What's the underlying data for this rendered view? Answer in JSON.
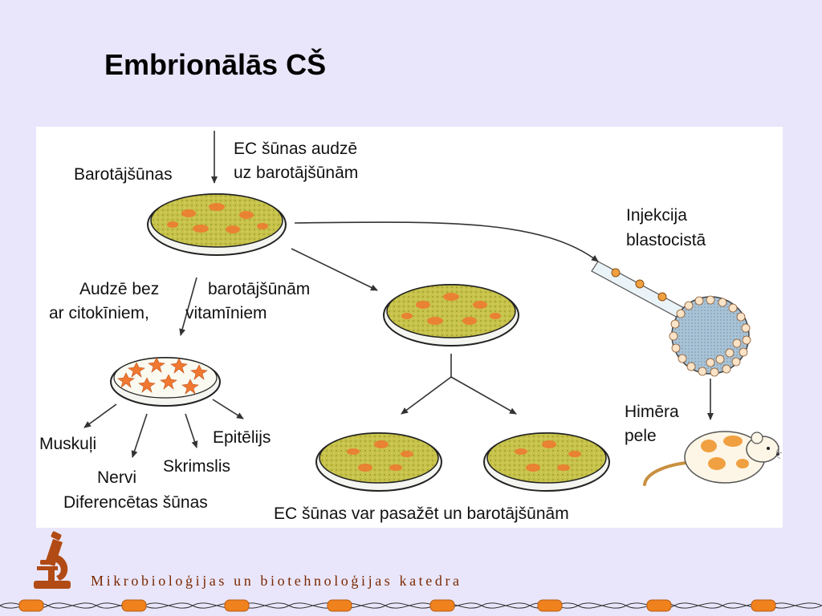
{
  "title": "Embrionālās CŠ",
  "footer": "Mikrobioloģijas un biotehnoloģijas katedra",
  "colors": {
    "background": "#e9e6fb",
    "dish_fill": "#c6c24a",
    "cell_orange": "#f07830",
    "footer_text": "#7a2800",
    "logo": "#b14a14",
    "bead": "#f0821e"
  },
  "labels": {
    "feeder_cells": "Barotājšūnas",
    "ec_growth_line1": "EC šūnas audzē",
    "ec_growth_line2": "uz barotājšūnām",
    "injection_line1": "Injekcija",
    "injection_line2": "blastocistā",
    "grow_without_left": "Audzē bez",
    "grow_without_right": "barotājšūnām",
    "cytokines": "ar citokīniem,",
    "vitamins": "vitamīniem",
    "muscles": "Muskuļi",
    "nerves": "Nervi",
    "cartilage": "Skrimslis",
    "epithelium": "Epitēlijs",
    "differentiated": "Diferencētas šūnas",
    "chimera_line1": "Himēra",
    "chimera_line2": "pele",
    "passage": "EC šūnas var pasažēt un barotājšūnām"
  }
}
